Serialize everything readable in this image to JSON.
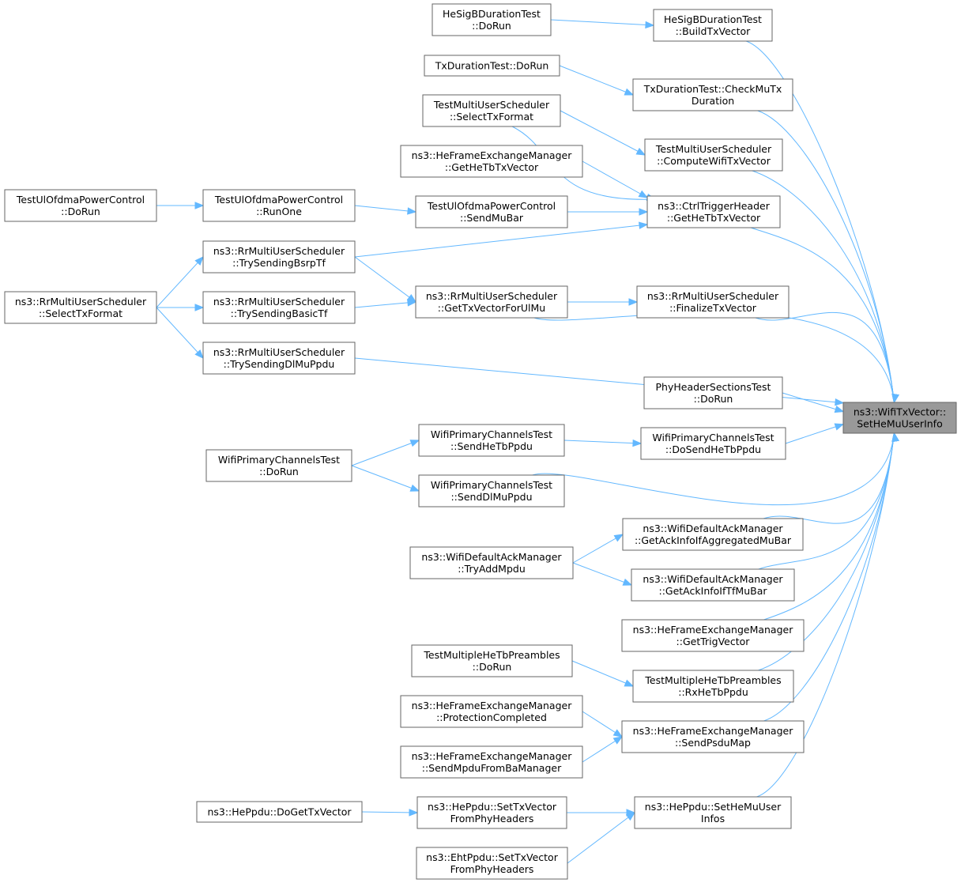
{
  "graph": {
    "edge_color": "#63b8ff",
    "target_fill": "#999999",
    "border_color": "#666666",
    "nodes": [
      {
        "id": "target",
        "lines": [
          "ns3::WifiTxVector::",
          "SetHeMuUserInfo"
        ]
      },
      {
        "id": "hesig_build",
        "lines": [
          "HeSigBDurationTest",
          "::BuildTxVector"
        ]
      },
      {
        "id": "hesig_dorun",
        "lines": [
          "HeSigBDurationTest",
          "::DoRun"
        ]
      },
      {
        "id": "txdur_check",
        "lines": [
          "TxDurationTest::CheckMuTx",
          "Duration"
        ]
      },
      {
        "id": "txdur_dorun",
        "lines": [
          "TxDurationTest::DoRun"
        ]
      },
      {
        "id": "tmus_compute",
        "lines": [
          "TestMultiUserScheduler",
          "::ComputeWifiTxVector"
        ]
      },
      {
        "id": "tmus_select",
        "lines": [
          "TestMultiUserScheduler",
          "::SelectTxFormat"
        ]
      },
      {
        "id": "ctrl_get",
        "lines": [
          "ns3::CtrlTriggerHeader",
          "::GetHeTbTxVector"
        ]
      },
      {
        "id": "hefem_gettb",
        "lines": [
          "ns3::HeFrameExchangeManager",
          "::GetHeTbTxVector"
        ]
      },
      {
        "id": "tuopc_sendmubar",
        "lines": [
          "TestUlOfdmaPowerControl",
          "::SendMuBar"
        ]
      },
      {
        "id": "tuopc_runone",
        "lines": [
          "TestUlOfdmaPowerControl",
          "::RunOne"
        ]
      },
      {
        "id": "tuopc_dorun",
        "lines": [
          "TestUlOfdmaPowerControl",
          "::DoRun"
        ]
      },
      {
        "id": "rr_bsrp",
        "lines": [
          "ns3::RrMultiUserScheduler",
          "::TrySendingBsrpTf"
        ]
      },
      {
        "id": "rr_getul",
        "lines": [
          "ns3::RrMultiUserScheduler",
          "::GetTxVectorForUlMu"
        ]
      },
      {
        "id": "rr_finalize",
        "lines": [
          "ns3::RrMultiUserScheduler",
          "::FinalizeTxVector"
        ]
      },
      {
        "id": "rr_select",
        "lines": [
          "ns3::RrMultiUserScheduler",
          "::SelectTxFormat"
        ]
      },
      {
        "id": "rr_basic",
        "lines": [
          "ns3::RrMultiUserScheduler",
          "::TrySendingBasicTf"
        ]
      },
      {
        "id": "rr_dlmu",
        "lines": [
          "ns3::RrMultiUserScheduler",
          "::TrySendingDlMuPpdu"
        ]
      },
      {
        "id": "phs_dorun",
        "lines": [
          "PhyHeaderSectionsTest",
          "::DoRun"
        ]
      },
      {
        "id": "wpc_dosendhetb",
        "lines": [
          "WifiPrimaryChannelsTest",
          "::DoSendHeTbPpdu"
        ]
      },
      {
        "id": "wpc_sendhetb",
        "lines": [
          "WifiPrimaryChannelsTest",
          "::SendHeTbPpdu"
        ]
      },
      {
        "id": "wpc_dorun",
        "lines": [
          "WifiPrimaryChannelsTest",
          "::DoRun"
        ]
      },
      {
        "id": "wpc_senddlmu",
        "lines": [
          "WifiPrimaryChannelsTest",
          "::SendDlMuPpdu"
        ]
      },
      {
        "id": "wdam_aggmubar",
        "lines": [
          "ns3::WifiDefaultAckManager",
          "::GetAckInfoIfAggregatedMuBar"
        ]
      },
      {
        "id": "wdam_tryadd",
        "lines": [
          "ns3::WifiDefaultAckManager",
          "::TryAddMpdu"
        ]
      },
      {
        "id": "wdam_tfmubar",
        "lines": [
          "ns3::WifiDefaultAckManager",
          "::GetAckInfoIfTfMuBar"
        ]
      },
      {
        "id": "hefem_gettrig",
        "lines": [
          "ns3::HeFrameExchangeManager",
          "::GetTrigVector"
        ]
      },
      {
        "id": "tmhp_dorun",
        "lines": [
          "TestMultipleHeTbPreambles",
          "::DoRun"
        ]
      },
      {
        "id": "tmhp_rx",
        "lines": [
          "TestMultipleHeTbPreambles",
          "::RxHeTbPpdu"
        ]
      },
      {
        "id": "hefem_protection",
        "lines": [
          "ns3::HeFrameExchangeManager",
          "::ProtectionCompleted"
        ]
      },
      {
        "id": "hefem_sendpsdu",
        "lines": [
          "ns3::HeFrameExchangeManager",
          "::SendPsduMap"
        ]
      },
      {
        "id": "hefem_sendmpdu",
        "lines": [
          "ns3::HeFrameExchangeManager",
          "::SendMpduFromBaManager"
        ]
      },
      {
        "id": "heppdu_dogettx",
        "lines": [
          "ns3::HePpdu::DoGetTxVector"
        ]
      },
      {
        "id": "heppdu_settx",
        "lines": [
          "ns3::HePpdu::SetTxVector",
          "FromPhyHeaders"
        ]
      },
      {
        "id": "heppdu_setmu",
        "lines": [
          "ns3::HePpdu::SetHeMuUser",
          "Infos"
        ]
      },
      {
        "id": "ehtppdu_settx",
        "lines": [
          "ns3::EhtPpdu::SetTxVector",
          "FromPhyHeaders"
        ]
      }
    ],
    "edges": [
      [
        "hesig_build",
        "target"
      ],
      [
        "hesig_dorun",
        "hesig_build"
      ],
      [
        "txdur_check",
        "target"
      ],
      [
        "txdur_dorun",
        "txdur_check"
      ],
      [
        "tmus_compute",
        "target"
      ],
      [
        "tmus_select",
        "tmus_compute"
      ],
      [
        "tmus_select",
        "ctrl_get"
      ],
      [
        "ctrl_get",
        "target"
      ],
      [
        "hefem_gettb",
        "ctrl_get"
      ],
      [
        "tuopc_sendmubar",
        "ctrl_get"
      ],
      [
        "rr_bsrp",
        "ctrl_get"
      ],
      [
        "tuopc_runone",
        "tuopc_sendmubar"
      ],
      [
        "tuopc_dorun",
        "tuopc_runone"
      ],
      [
        "rr_getul",
        "target"
      ],
      [
        "rr_bsrp",
        "rr_getul"
      ],
      [
        "rr_basic",
        "rr_getul"
      ],
      [
        "rr_getul",
        "rr_finalize"
      ],
      [
        "rr_finalize",
        "target"
      ],
      [
        "rr_select",
        "rr_bsrp"
      ],
      [
        "rr_select",
        "rr_basic"
      ],
      [
        "rr_select",
        "rr_dlmu"
      ],
      [
        "rr_dlmu",
        "target"
      ],
      [
        "phs_dorun",
        "target"
      ],
      [
        "wpc_dosendhetb",
        "target"
      ],
      [
        "wpc_sendhetb",
        "wpc_dosendhetb"
      ],
      [
        "wpc_dorun",
        "wpc_sendhetb"
      ],
      [
        "wpc_dorun",
        "wpc_senddlmu"
      ],
      [
        "wpc_senddlmu",
        "target"
      ],
      [
        "wdam_aggmubar",
        "target"
      ],
      [
        "wdam_tryadd",
        "wdam_aggmubar"
      ],
      [
        "wdam_tryadd",
        "wdam_tfmubar"
      ],
      [
        "wdam_tfmubar",
        "target"
      ],
      [
        "hefem_gettrig",
        "target"
      ],
      [
        "tmhp_rx",
        "target"
      ],
      [
        "tmhp_dorun",
        "tmhp_rx"
      ],
      [
        "hefem_sendpsdu",
        "target"
      ],
      [
        "hefem_protection",
        "hefem_sendpsdu"
      ],
      [
        "hefem_sendmpdu",
        "hefem_sendpsdu"
      ],
      [
        "heppdu_setmu",
        "target"
      ],
      [
        "heppdu_settx",
        "heppdu_setmu"
      ],
      [
        "heppdu_dogettx",
        "heppdu_settx"
      ],
      [
        "ehtppdu_settx",
        "heppdu_setmu"
      ]
    ]
  }
}
